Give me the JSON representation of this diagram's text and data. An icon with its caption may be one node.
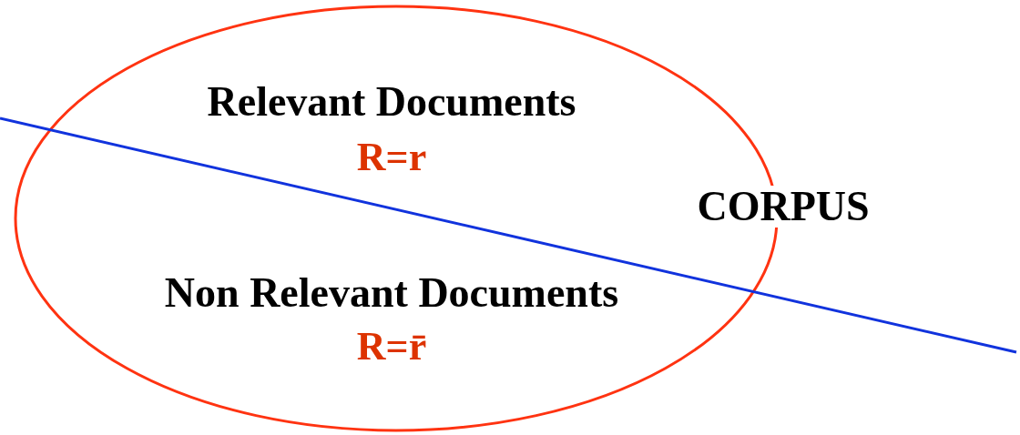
{
  "diagram": {
    "nodes": [
      {
        "text": [
          "CORPUS"
        ]
      },
      {
        "text": [
          "Relevant Documents",
          "R=r"
        ],
        "in": 0
      },
      {
        "text": [
          "Non Relevant Documents",
          "R=r̄"
        ],
        "in": 0
      }
    ],
    "edges": []
  }
}
